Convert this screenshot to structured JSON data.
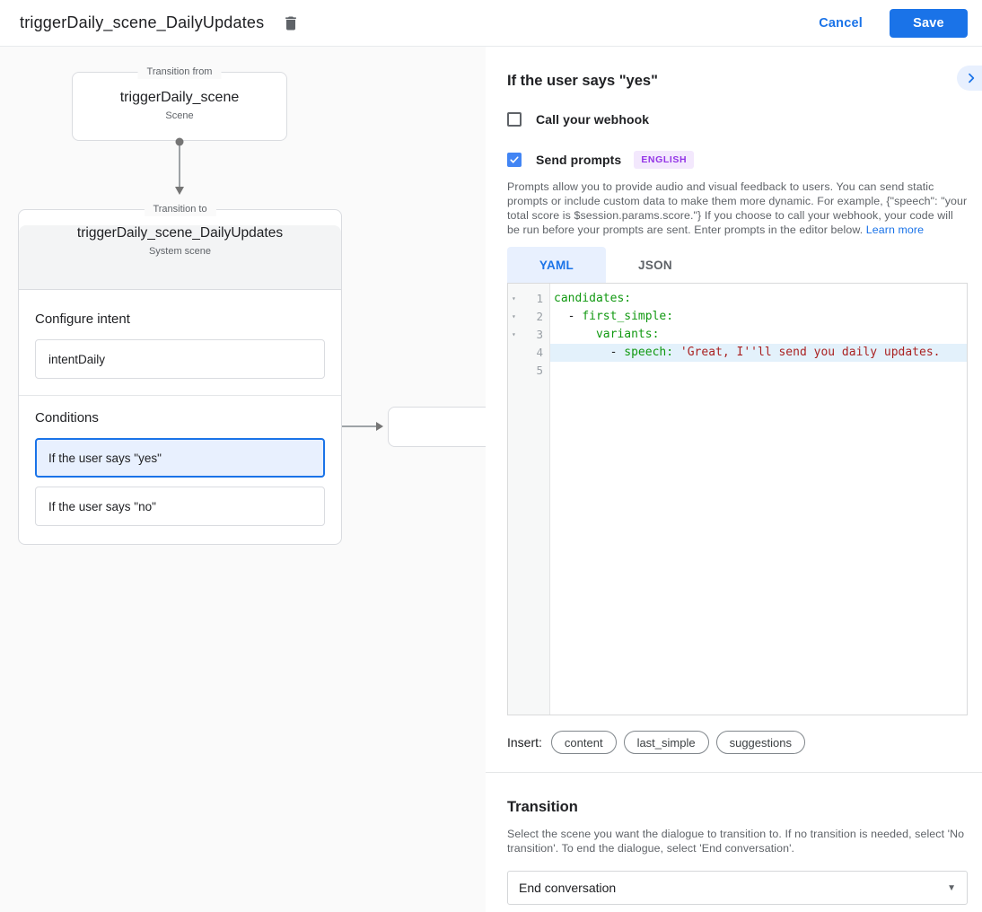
{
  "top_bar": {
    "title": "triggerDaily_scene_DailyUpdates",
    "cancel_label": "Cancel",
    "save_label": "Save"
  },
  "diagram": {
    "from_node": {
      "legend": "Transition from",
      "title": "triggerDaily_scene",
      "subtitle": "Scene"
    },
    "to_node": {
      "legend": "Transition to",
      "title": "triggerDaily_scene_DailyUpdates",
      "subtitle": "System scene",
      "intent_section_label": "Configure intent",
      "intent_value": "intentDaily",
      "conditions_label": "Conditions",
      "conditions": [
        {
          "label": "If the user says \"yes\"",
          "selected": true
        },
        {
          "label": "If the user says \"no\"",
          "selected": false
        }
      ]
    }
  },
  "detail_panel": {
    "title": "If the user says \"yes\"",
    "webhook_checkbox": {
      "label": "Call your webhook",
      "checked": false
    },
    "prompts_checkbox": {
      "label": "Send prompts",
      "checked": true,
      "language_badge": "ENGLISH"
    },
    "description": "Prompts allow you to provide audio and visual feedback to users. You can send static prompts or include custom data to make them more dynamic. For example, {\"speech\": \"your total score is $session.params.score.\"} If you choose to call your webhook, your code will be run before your prompts are sent. Enter prompts in the editor below. ",
    "learn_more_label": "Learn more",
    "editor": {
      "tabs": [
        {
          "label": "YAML",
          "active": true
        },
        {
          "label": "JSON",
          "active": false
        }
      ],
      "lines": [
        {
          "number": "1",
          "fold": true,
          "highlight": false,
          "segments": [
            {
              "t": "candidates:",
              "c": "key"
            }
          ]
        },
        {
          "number": "2",
          "fold": true,
          "highlight": false,
          "segments": [
            {
              "t": "  - ",
              "c": "plain"
            },
            {
              "t": "first_simple:",
              "c": "key"
            }
          ]
        },
        {
          "number": "3",
          "fold": true,
          "highlight": false,
          "segments": [
            {
              "t": "      ",
              "c": "plain"
            },
            {
              "t": "variants:",
              "c": "key"
            }
          ]
        },
        {
          "number": "4",
          "fold": false,
          "highlight": true,
          "segments": [
            {
              "t": "        - ",
              "c": "plain"
            },
            {
              "t": "speech: ",
              "c": "key"
            },
            {
              "t": "'Great, I''ll send you daily updates.",
              "c": "string"
            }
          ]
        },
        {
          "number": "5",
          "fold": false,
          "highlight": false,
          "segments": []
        }
      ]
    },
    "insert_label": "Insert:",
    "insert_chips": [
      "content",
      "last_simple",
      "suggestions"
    ],
    "transition": {
      "title": "Transition",
      "description": "Select the scene you want the dialogue to transition to. If no transition is needed, select 'No transition'. To end the dialogue, select 'End conversation'.",
      "selected_value": "End conversation"
    }
  },
  "colors": {
    "accent": "#1a73e8",
    "selection_bg": "#e8f0fe",
    "badge_bg": "#f3e8fd",
    "badge_text": "#9334e6",
    "checkbox_checked": "#4285f4",
    "code_key": "#119911",
    "code_string": "#aa2222",
    "line_highlight": "#e3f1fb"
  }
}
